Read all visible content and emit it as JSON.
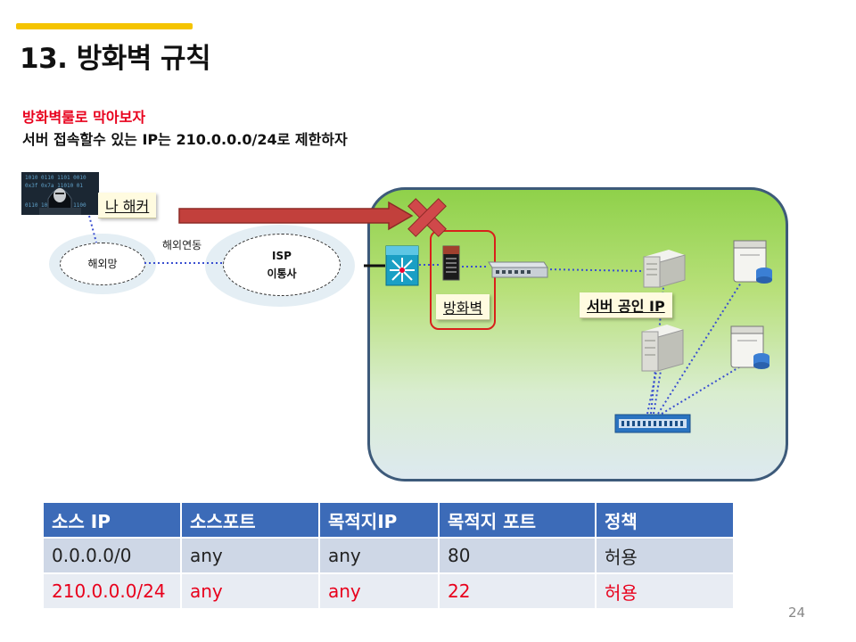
{
  "slide": {
    "title": "13. 방화벽 규칙",
    "subtitle_red": "방화벽룰로 막아보자",
    "subtitle_black": "서버 접속할수 있는 IP는 210.0.0.0/24로 제한하자",
    "page_number": "24"
  },
  "diagram": {
    "hacker_label": "나 해커",
    "overseas_label": "해외망",
    "link_label": "해외연동",
    "isp_label": "ISP",
    "carrier_label": "이통사",
    "firewall_label": "방화벽",
    "server_label": "서버 공인 IP"
  },
  "table": {
    "headers": [
      "소스 IP",
      "소스포트",
      "목적지IP",
      "목적지 포트",
      "정책"
    ],
    "rows": [
      [
        "0.0.0.0/0",
        "any",
        "any",
        "80",
        "허용"
      ],
      [
        "210.0.0.0/24",
        "any",
        "any",
        "22",
        "허용"
      ]
    ]
  },
  "colors": {
    "accent": "#f5c400",
    "alert": "#e8001c",
    "table_header": "#3c6bb8"
  }
}
